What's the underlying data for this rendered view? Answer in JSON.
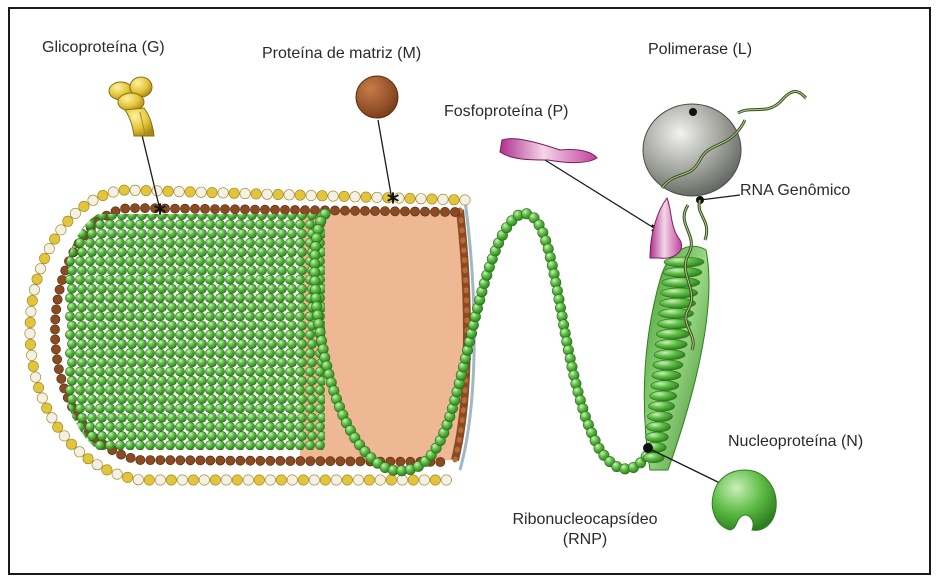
{
  "labels": {
    "glycoprotein": "Glicoproteína (G)",
    "matrix": "Proteína  de matriz (M)",
    "phosphoprotein": "Fosfoproteína (P)",
    "polymerase": "Polimerase (L)",
    "genomic_rna": "RNA Genômico",
    "nucleoprotein": "Nucleoproteína (N)",
    "rnp_line1": "Ribonucleocapsídeo",
    "rnp_line2": "(RNP)"
  },
  "icons": [
    "glycoprotein-icon",
    "matrix-protein-icon",
    "phosphoprotein-icon",
    "polymerase-icon",
    "nucleoprotein-icon"
  ],
  "colors": {
    "border": "#1a1a1a",
    "lipid_head": "#e2c53c",
    "lipid_head_light": "#f4f1e4",
    "matrix_bead": "#8a4a22",
    "interior": "#efb895",
    "nucleocapsid": "#56ad3c",
    "nucleocapsid_light": "#9ad884",
    "polymerase": "#8f918c",
    "phosphoprotein": "#c0409e",
    "rna": "#4a5a30"
  }
}
